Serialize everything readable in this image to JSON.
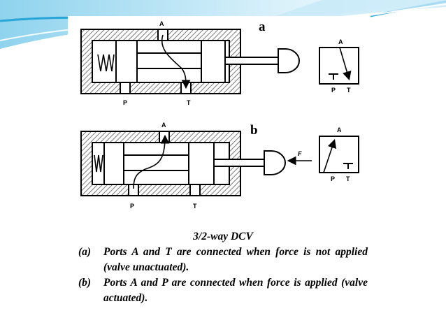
{
  "diagram_a": {
    "label": "a",
    "port_A": "A",
    "port_P": "P",
    "port_T": "T",
    "symbol_A": "A",
    "symbol_P": "P",
    "symbol_T": "T"
  },
  "diagram_b": {
    "label": "b",
    "port_A": "A",
    "port_P": "P",
    "port_T": "T",
    "force_label": "F",
    "symbol_A": "A",
    "symbol_P": "P",
    "symbol_T": "T"
  },
  "caption": {
    "title": "3/2-way DCV",
    "items": [
      {
        "tag": "(a)",
        "text": "Ports A and T are connected when force is not applied (valve unactuated)."
      },
      {
        "tag": "(b)",
        "text": "Ports A and P are connected when force is applied (valve actuated)."
      }
    ]
  },
  "colors": {
    "background": "#ffffff",
    "accent_blue": "#2aa6d8",
    "light_blue": "#a8dcef",
    "hatch_gray": "#9a9a9a",
    "line": "#000000"
  }
}
